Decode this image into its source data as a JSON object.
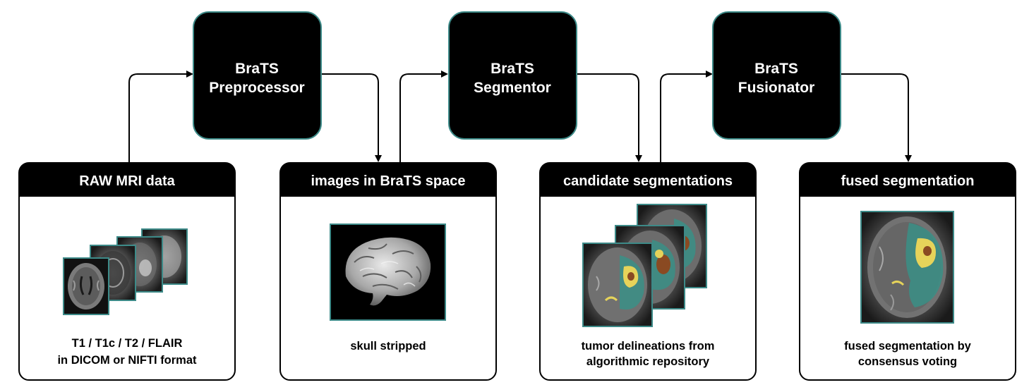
{
  "processors": {
    "preprocessor": {
      "line1": "BraTS",
      "line2": "Preprocessor"
    },
    "segmentor": {
      "line1": "BraTS",
      "line2": "Segmentor"
    },
    "fusionator": {
      "line1": "BraTS",
      "line2": "Fusionator"
    }
  },
  "panels": {
    "raw": {
      "title": "RAW MRI data",
      "caption1": "T1 / T1c / T2 / FLAIR",
      "caption2": "in DICOM or NIFTI format"
    },
    "brats_space": {
      "title": "images in BraTS space",
      "caption1": "skull stripped"
    },
    "candidates": {
      "title": "candidate segmentations",
      "caption1": "tumor delineations from",
      "caption2": "algorithmic repository"
    },
    "fused": {
      "title": "fused segmentation",
      "caption1": "fused segmentation by",
      "caption2": "consensus voting"
    }
  },
  "colors": {
    "box_fill": "#000000",
    "frame_accent": "#3d8a88",
    "tumor_core": "#e6d35a",
    "edema": "#3a8f86",
    "necrosis": "#8a4a22"
  },
  "icons": [
    "mri-slice-stack",
    "brain-3d-render",
    "segmentation-overlay-stack",
    "segmentation-overlay"
  ]
}
